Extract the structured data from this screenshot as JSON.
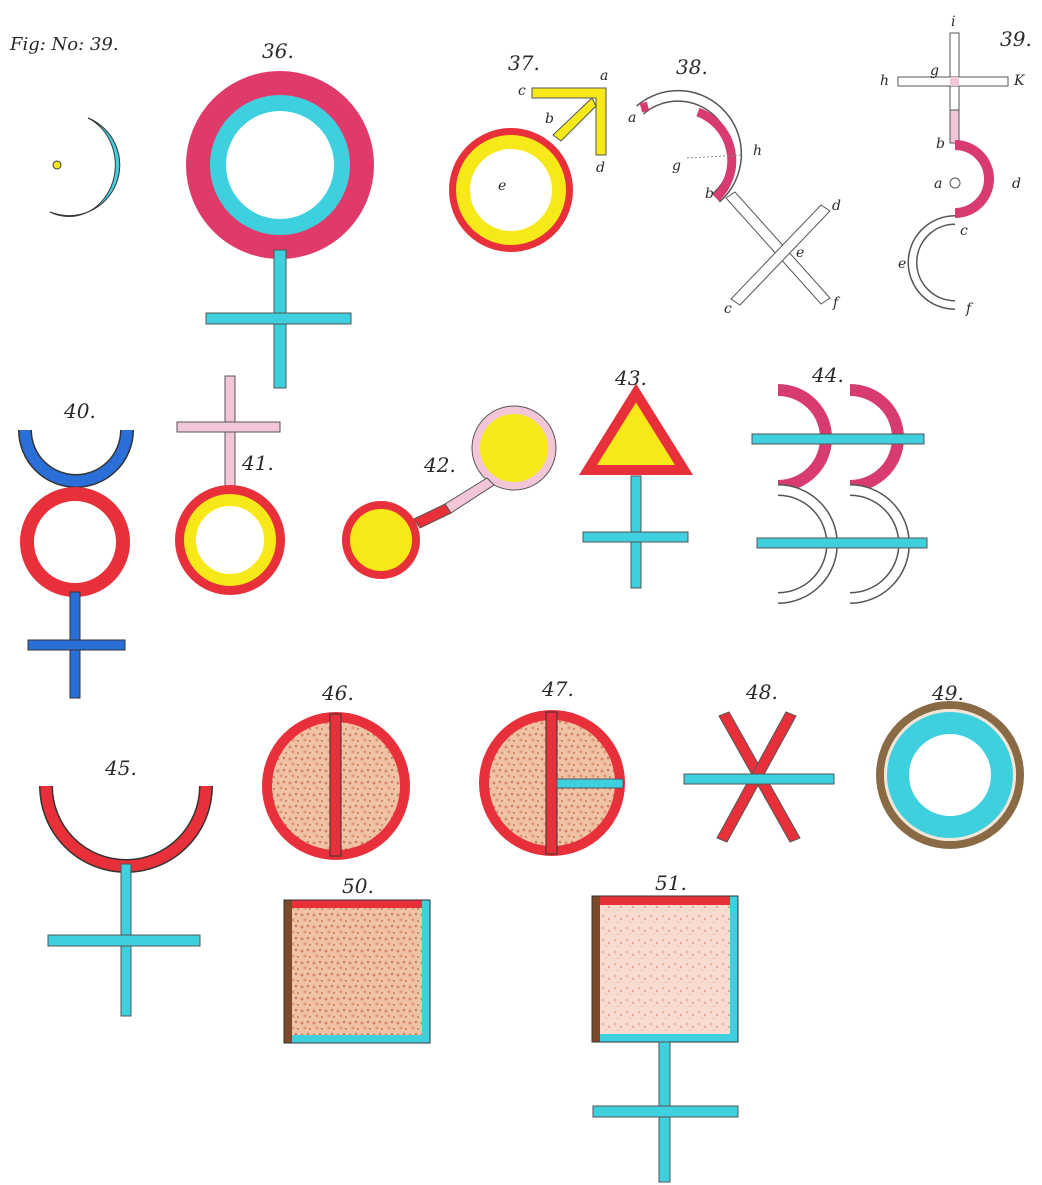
{
  "title": "Fig: No: 39.",
  "figures": [
    {
      "id": "fig-39-moon",
      "number": ""
    },
    {
      "id": "fig-36",
      "number": "36."
    },
    {
      "id": "fig-37",
      "number": "37.",
      "letters": [
        "a",
        "b",
        "c",
        "d",
        "e"
      ]
    },
    {
      "id": "fig-38",
      "number": "38.",
      "letters": [
        "a",
        "b",
        "g",
        "h",
        "d",
        "e",
        "f",
        "c"
      ]
    },
    {
      "id": "fig-39",
      "number": "39.",
      "letters": [
        "i",
        "h",
        "g",
        "K",
        "b",
        "a",
        "d",
        "c",
        "e",
        "f"
      ]
    },
    {
      "id": "fig-40",
      "number": "40."
    },
    {
      "id": "fig-41",
      "number": "41."
    },
    {
      "id": "fig-42",
      "number": "42."
    },
    {
      "id": "fig-43",
      "number": "43."
    },
    {
      "id": "fig-44",
      "number": "44."
    },
    {
      "id": "fig-45",
      "number": "45."
    },
    {
      "id": "fig-46",
      "number": "46."
    },
    {
      "id": "fig-47",
      "number": "47."
    },
    {
      "id": "fig-48",
      "number": "48."
    },
    {
      "id": "fig-49",
      "number": "49."
    },
    {
      "id": "fig-50",
      "number": "50."
    },
    {
      "id": "fig-51",
      "number": "51."
    }
  ],
  "colors": {
    "red": "#e8303a",
    "magenta": "#d83a72",
    "cyan": "#3fd0e0",
    "blue": "#2a6fd8",
    "yellow": "#f7e81a",
    "pink": "#f2c6d8",
    "brown": "#c27a50",
    "ink": "#2a2a2a"
  }
}
